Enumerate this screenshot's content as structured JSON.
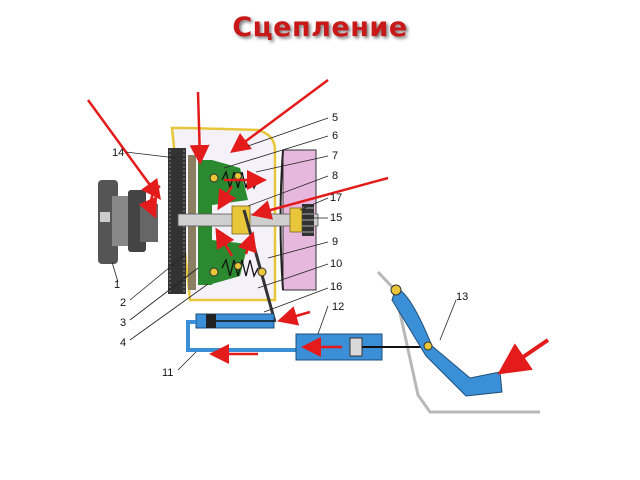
{
  "title": "Сцепление",
  "labels": [
    "1",
    "2",
    "3",
    "4",
    "5",
    "6",
    "7",
    "8",
    "9",
    "10",
    "11",
    "12",
    "13",
    "14",
    "15",
    "16",
    "17"
  ],
  "colors": {
    "title": "#c81818",
    "arrow": "#e31b1b",
    "hydraulic": "#3a8fd6",
    "green": "#1f8a2a",
    "yellow": "#e8c63a",
    "housing": "#e6b8dd"
  }
}
